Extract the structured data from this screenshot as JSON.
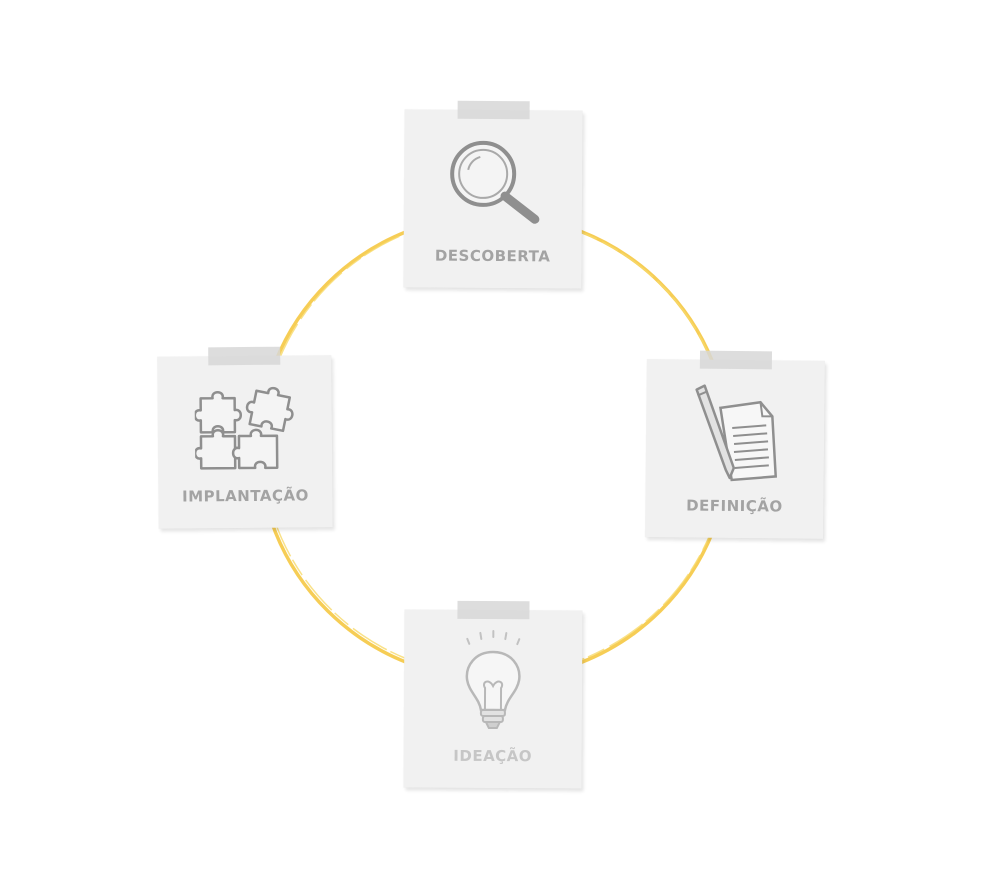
{
  "diagram": {
    "type": "cycle",
    "ring_color": "#f5c842",
    "stages": [
      {
        "label": "DESCOBERTA",
        "icon": "magnifying-glass-icon"
      },
      {
        "label": "DEFINIÇÃO",
        "icon": "pencil-and-paper-icon"
      },
      {
        "label": "IDEAÇÃO",
        "icon": "lightbulb-icon"
      },
      {
        "label": "IMPLANTAÇÃO",
        "icon": "puzzle-pieces-icon"
      }
    ]
  }
}
